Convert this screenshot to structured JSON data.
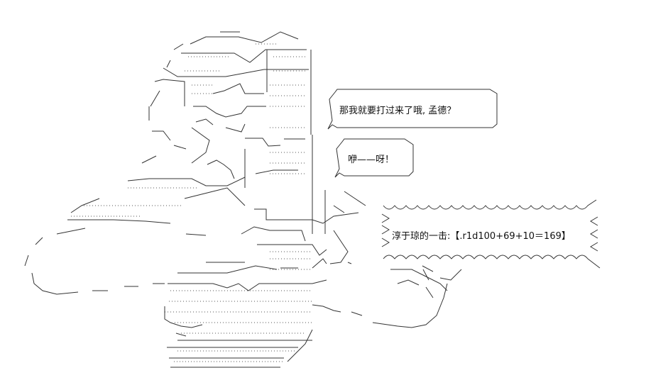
{
  "speech": {
    "bubble1": "那我就要打过来了哦, 孟德？",
    "bubble2": "咿——呀！"
  },
  "attack_banner": {
    "text": "淳于琼的一击:【.r1d100+69+10＝169】"
  }
}
